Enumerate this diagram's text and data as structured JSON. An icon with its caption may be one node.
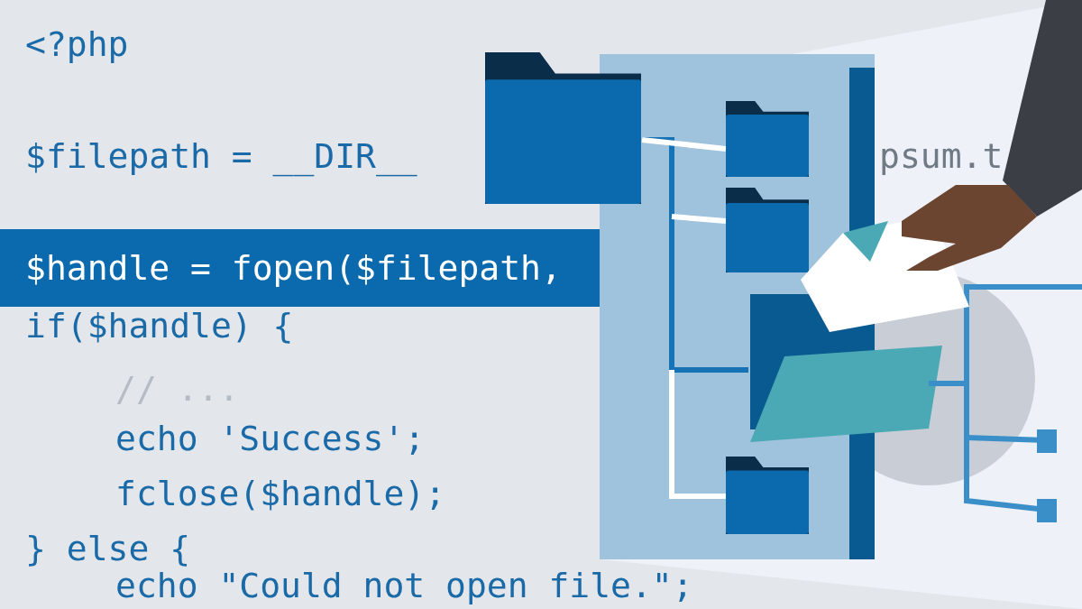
{
  "diagram": {
    "labels": [
      "<?php",
      "$filepath = __DIR__",
      "psum.t",
      "$handle = fopen($filepath,",
      "if($handle) {",
      "// ...",
      "echo 'Success';",
      "fclose($handle);",
      "} else {",
      "echo \"Could not open file.\";"
    ]
  }
}
